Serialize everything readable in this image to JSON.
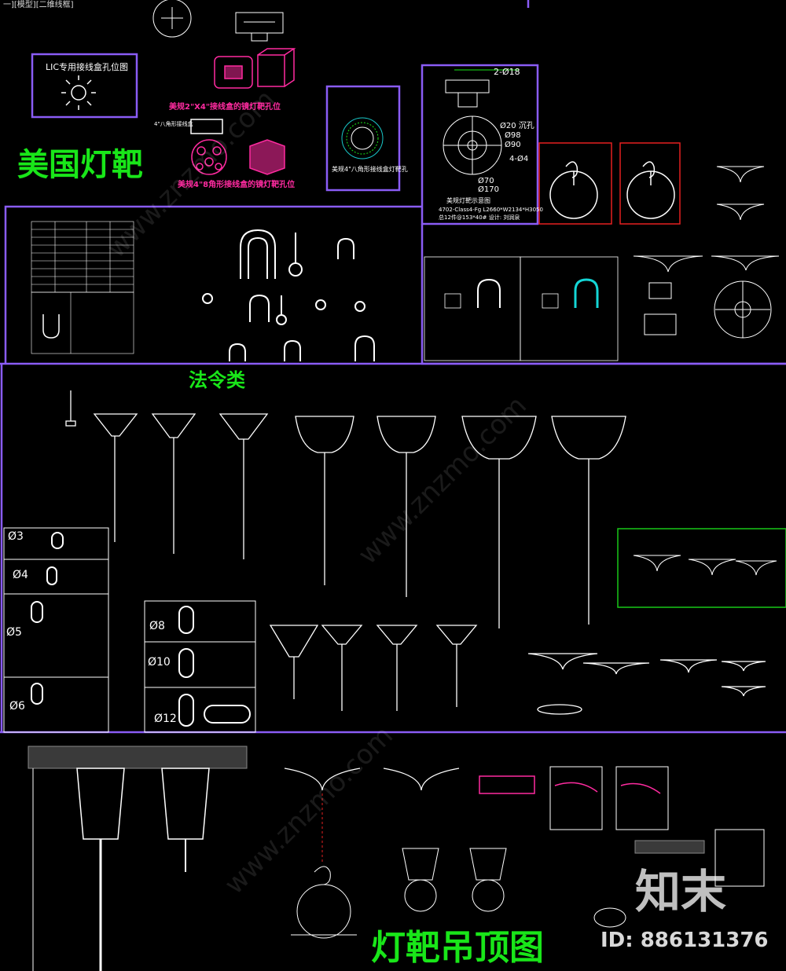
{
  "header_tab": "一][模型][二维线框]",
  "titles": {
    "american_base": "美国灯靶",
    "french_type": "法令类",
    "ceiling_view": "灯靶吊顶图"
  },
  "notes": {
    "ul_box": "LIC专用接线盒孔位图",
    "us_2x4": "美规2\"X4\"接线盒的镜灯靶孔位",
    "us_4in_label": "4\"八角形接线盒",
    "us_4in": "美规4\"8角形接线盒的镜灯靶孔位",
    "us_octagon": "美规4\"八角形接线盒灯靶孔",
    "us_base_title": "美规灯靶示意图",
    "spec_line": "4702-Class4-Fg   L2660*W2134*H3050",
    "author_line": "总12件@153*40#  设计: 刘润泉",
    "dims": [
      "2-Ø18",
      "Ø20 沉孔",
      "Ø98",
      "Ø90",
      "4-Ø4",
      "Ø70",
      "Ø170"
    ]
  },
  "chain_sizes": [
    "Ø3",
    "Ø4",
    "Ø5",
    "Ø6",
    "Ø8",
    "Ø10",
    "Ø12"
  ],
  "watermark": {
    "brand": "知末",
    "id": "ID: 886131376",
    "site": "www.znzmo.com"
  },
  "colors": {
    "background": "#000000",
    "frame": "#8a5cf5",
    "title": "#19e619",
    "magenta": "#ff2ba0",
    "cyan": "#14d6d6",
    "red": "#e52020",
    "line": "#ffffff"
  }
}
